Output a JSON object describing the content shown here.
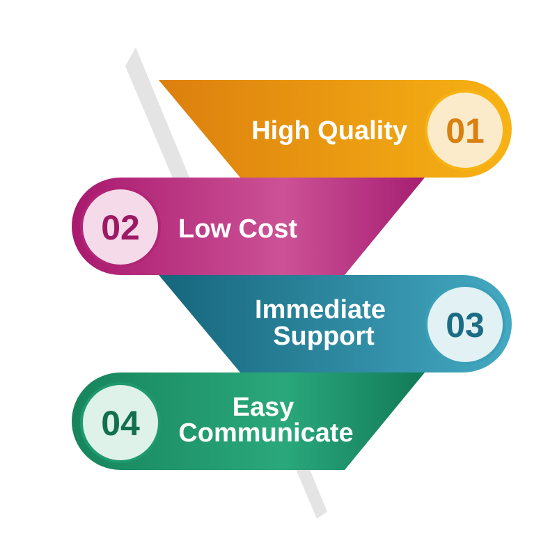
{
  "items": [
    {
      "number": "01",
      "line1": "High Quality",
      "line2": "",
      "color": "#f0a010"
    },
    {
      "number": "02",
      "line1": "Low Cost",
      "line2": "",
      "color": "#b8307f"
    },
    {
      "number": "03",
      "line1": "Immediate",
      "line2": "Support",
      "color": "#2a8aa0"
    },
    {
      "number": "04",
      "line1": "Easy",
      "line2": "Communicate",
      "color": "#1f9a6e"
    }
  ]
}
